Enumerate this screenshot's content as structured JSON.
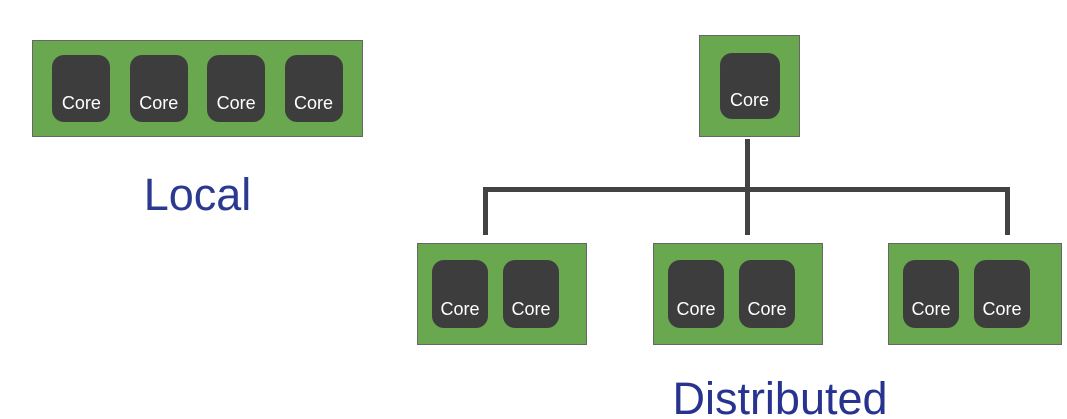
{
  "local": {
    "label": "Local",
    "cores": [
      "Core",
      "Core",
      "Core",
      "Core"
    ]
  },
  "distributed": {
    "label": "Distributed",
    "head": {
      "cores": [
        "Core"
      ]
    },
    "workers": [
      {
        "cores": [
          "Core",
          "Core"
        ]
      },
      {
        "cores": [
          "Core",
          "Core"
        ]
      },
      {
        "cores": [
          "Core",
          "Core"
        ]
      }
    ]
  },
  "colors": {
    "board_green": "#6aa84f",
    "board_border": "#666666",
    "core_dark": "#3d3d3d",
    "core_text": "#ffffff",
    "connector_gray": "#434343",
    "label_blue_local": "#2b3990",
    "label_blue_distributed": "#283390",
    "background": "#ffffff"
  }
}
